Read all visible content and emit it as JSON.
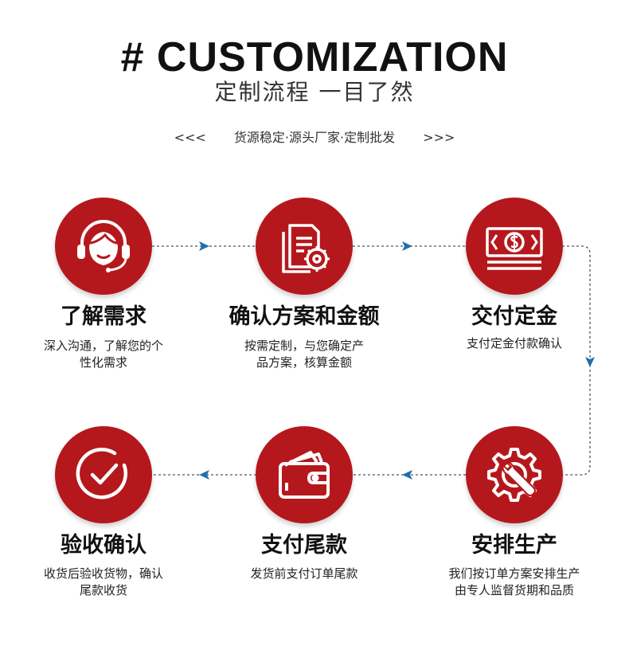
{
  "header": {
    "title": "# CUSTOMIZATION",
    "subtitle": "定制流程 一目了然",
    "tagline_left": "<<<",
    "tagline": "货源稳定·源头厂家·定制批发",
    "tagline_right": ">>>"
  },
  "colors": {
    "accent": "#b5181c",
    "arrow": "#1f6fae",
    "connector": "#555555"
  },
  "steps": [
    {
      "icon": "headset-agent-icon",
      "title": "了解需求",
      "desc1": "深入沟通，了解您的个",
      "desc2": "性化需求"
    },
    {
      "icon": "document-gear-icon",
      "title": "确认方案和金额",
      "desc1": "按需定制，与您确定产",
      "desc2": "品方案，核算金额"
    },
    {
      "icon": "banknote-dollar-icon",
      "title": "交付定金",
      "desc1": "支付定金付款确认",
      "desc2": ""
    },
    {
      "icon": "gear-wrench-icon",
      "title": "安排生产",
      "desc1": "我们按订单方案安排生产",
      "desc2": "由专人监督货期和品质"
    },
    {
      "icon": "wallet-icon",
      "title": "支付尾款",
      "desc1": "发货前支付订单尾款",
      "desc2": ""
    },
    {
      "icon": "check-circle-icon",
      "title": "验收确认",
      "desc1": "收货后验收货物，确认",
      "desc2": "尾款收货"
    }
  ]
}
